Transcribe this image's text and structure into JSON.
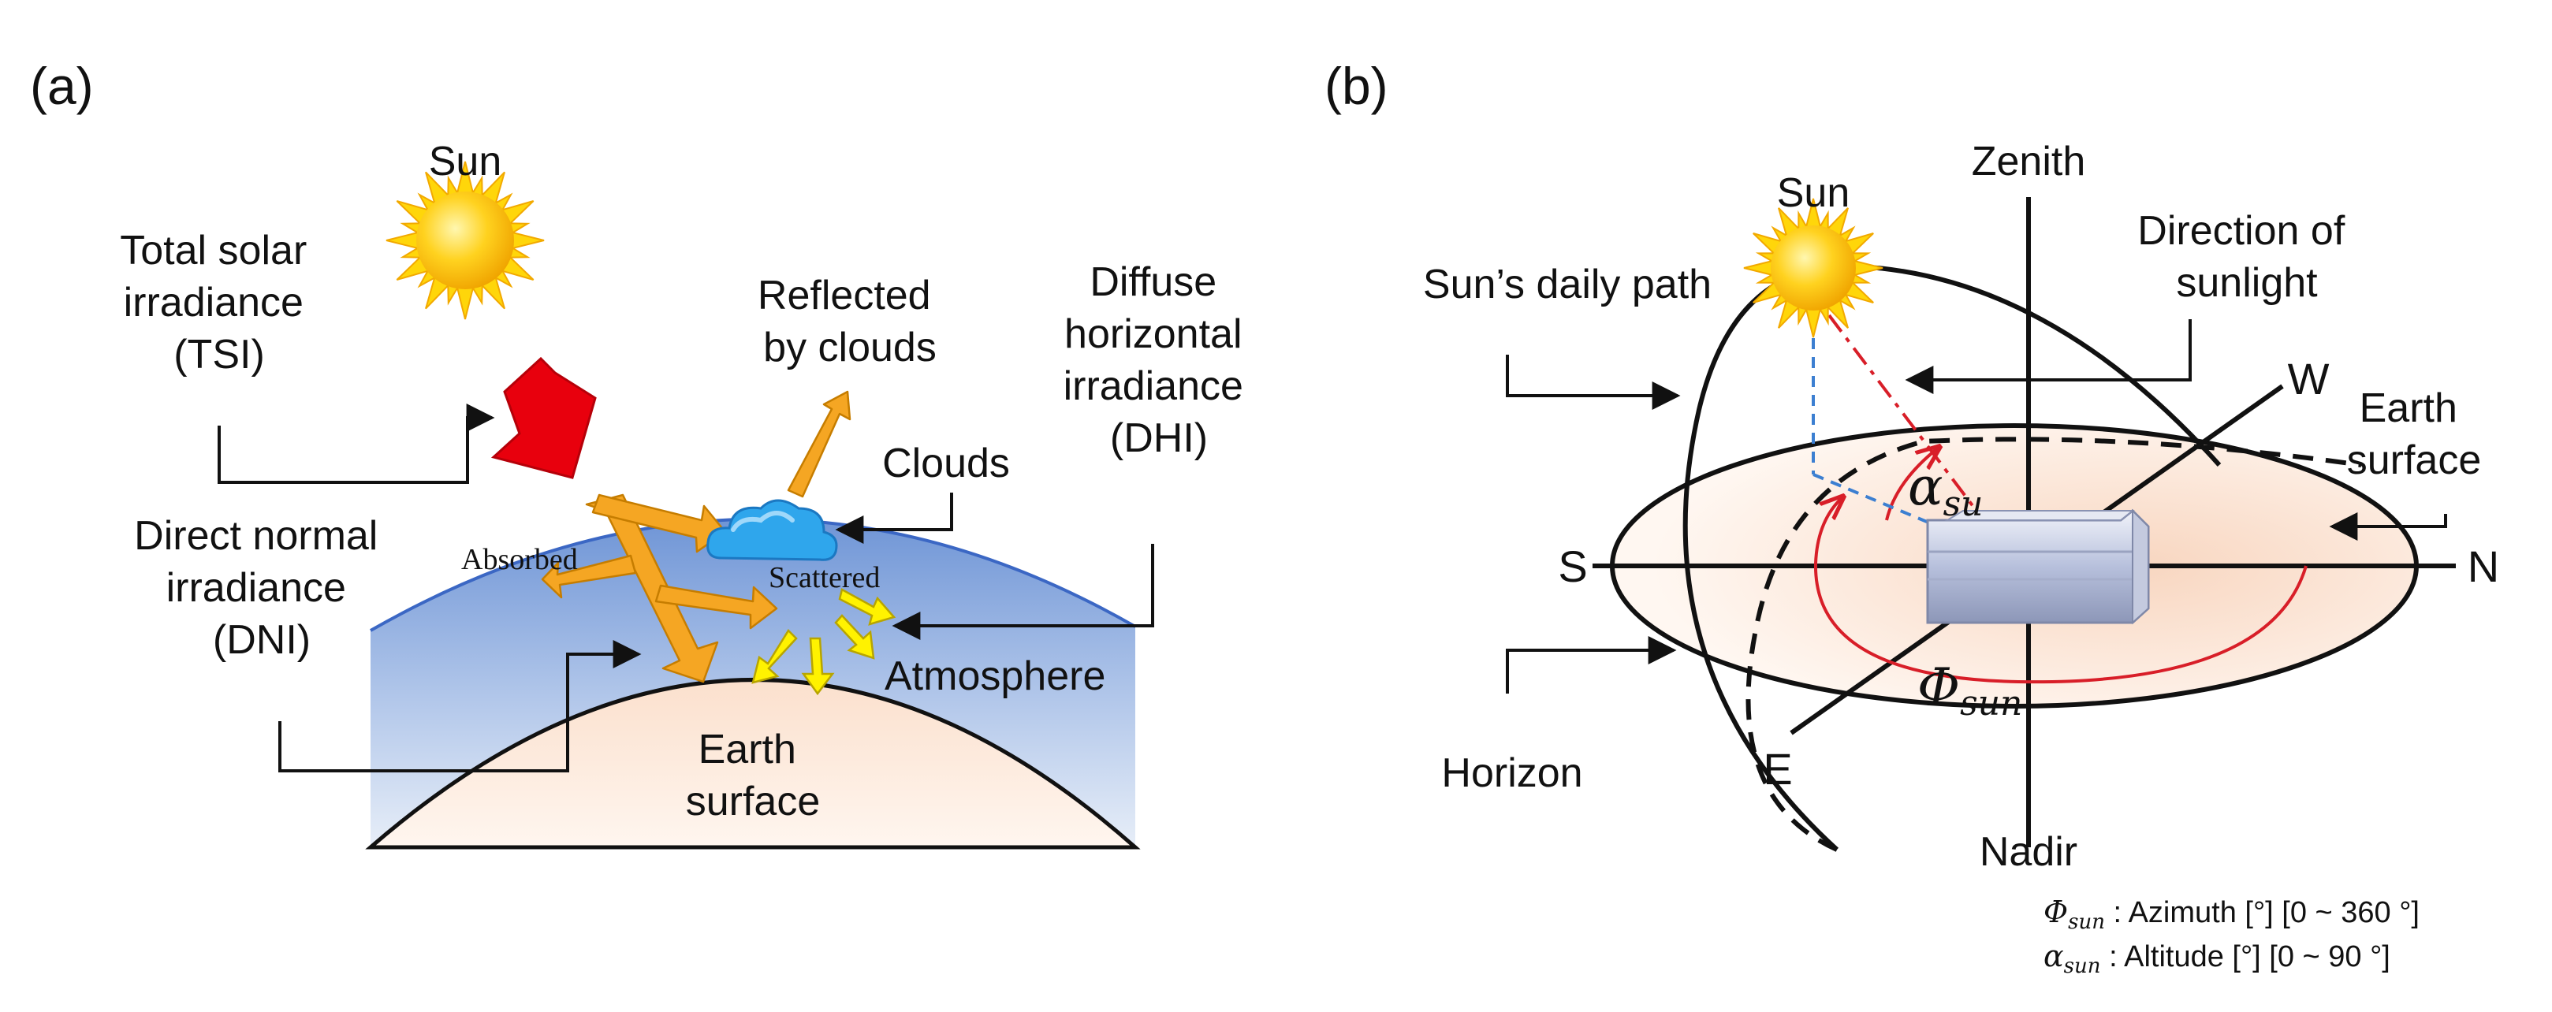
{
  "panel_a": {
    "tag": "(a)",
    "sun": "Sun",
    "tsi": [
      "Total solar",
      "irradiance",
      "(TSI)"
    ],
    "reflected": [
      "Reflected",
      "by clouds"
    ],
    "clouds": "Clouds",
    "dhi": [
      "Diffuse",
      "horizontal",
      "irradiance",
      "(DHI)"
    ],
    "dni": [
      "Direct normal",
      "irradiance",
      "(DNI)"
    ],
    "absorbed": "Absorbed",
    "scattered": "Scattered",
    "atmosphere": "Atmosphere",
    "earth": [
      "Earth",
      "surface"
    ]
  },
  "panel_b": {
    "tag": "(b)",
    "sun": "Sun",
    "zenith": "Zenith",
    "nadir": "Nadir",
    "direction": [
      "Direction of",
      "sunlight"
    ],
    "daily_path": "Sun’s daily path",
    "horizon": "Horizon",
    "earth": [
      "Earth",
      "surface"
    ],
    "north": "N",
    "south": "S",
    "east": "E",
    "west": "W",
    "alpha": "α",
    "alpha_sub": "su",
    "phi": "Φ",
    "phi_sub": "sun",
    "legend": {
      "phi_symbol": "Φ",
      "phi_sub": "sun",
      "phi_text": " : Azimuth [°] [0 ~ 360 °]",
      "alpha_symbol": "α",
      "alpha_sub": "sun",
      "alpha_text": " : Altitude [°] [0 ~ 90 °]"
    }
  },
  "colors": {
    "atmosphere_top": "#6f95d6",
    "atmosphere_bottom": "#dbe6f4",
    "earth_fill": "#fbe3d3",
    "incoming_arrow": "#e8000d",
    "ray_orange": "#f5a623",
    "ray_yellow": "#fff200",
    "cloud": "#29a3ea",
    "sun": "#ffc107",
    "ray_line": "#d81e28",
    "vertical_dash": "#3c7fd1"
  }
}
